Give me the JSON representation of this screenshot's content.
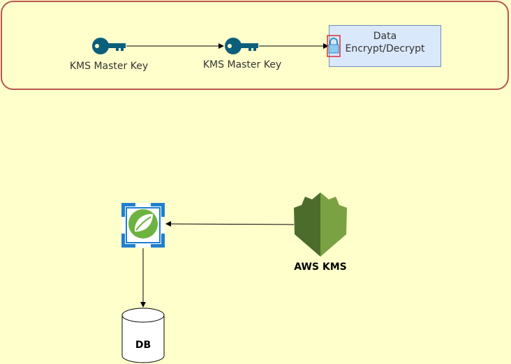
{
  "diagram": {
    "key_left_label": "KMS Master Key",
    "key_mid_label": "KMS Master Key",
    "data_box_line1": "Data",
    "data_box_line2": "Encrypt/Decrypt",
    "aws_kms_label": "AWS KMS",
    "db_label": "DB"
  },
  "colors": {
    "background": "#ffffcc",
    "group_border": "#b85450",
    "key_icon": "#0c5f7c",
    "data_box_fill": "#dae8fc",
    "data_box_border": "#6c8ebf",
    "kms_dark": "#4b6c2b",
    "kms_light": "#7aa142",
    "spring_green": "#6db33f",
    "app_blue": "#1f7fcf"
  }
}
